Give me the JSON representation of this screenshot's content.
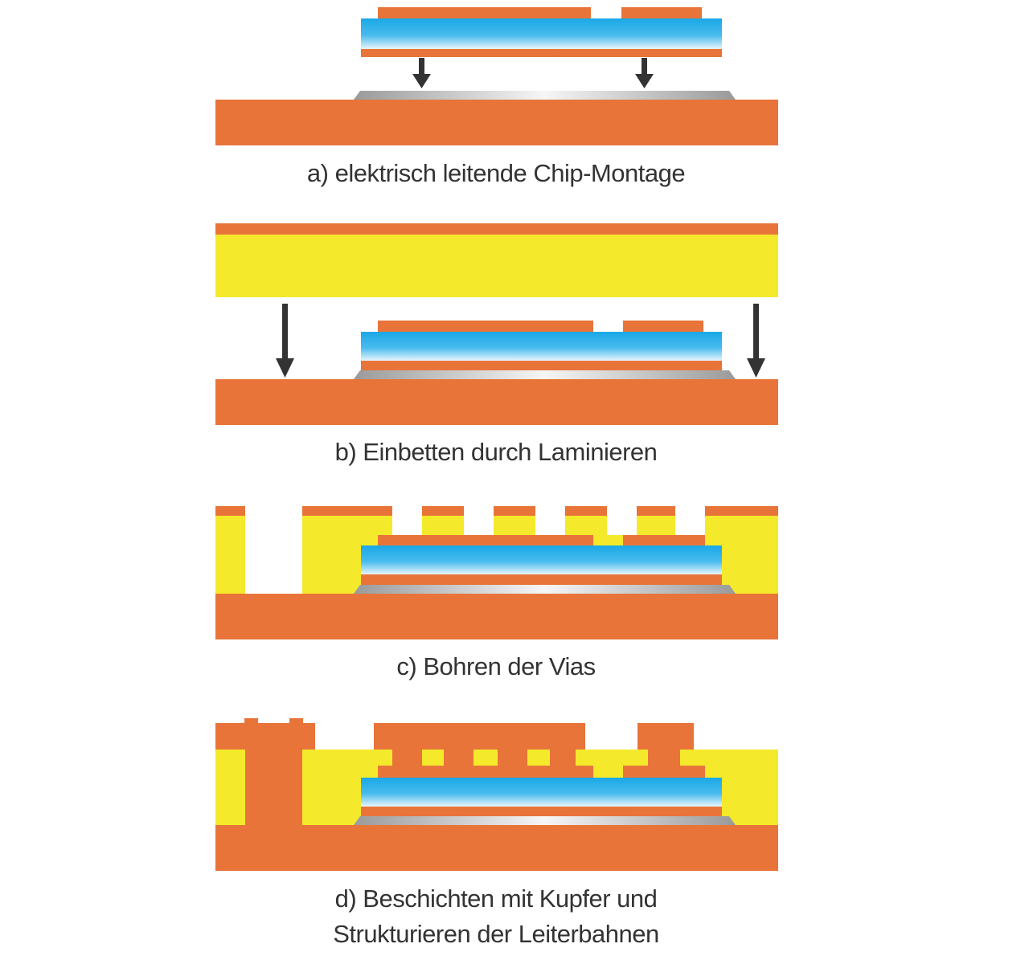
{
  "colors": {
    "copper": "#e8743a",
    "laminate": "#f5e92c",
    "chip_top": "#1aa8e6",
    "chip_bottom": "#e8f6fc",
    "adhesive": "#a9a9a9",
    "adhesive_highlight": "#f4f4f4",
    "arrow": "#333333",
    "caption_text": "#333333"
  },
  "steps": [
    {
      "id": "a",
      "caption_lines": [
        "a) elektrisch leitende Chip-Montage"
      ]
    },
    {
      "id": "b",
      "caption_lines": [
        "b) Einbetten durch Laminieren"
      ]
    },
    {
      "id": "c",
      "caption_lines": [
        "c) Bohren der Vias"
      ]
    },
    {
      "id": "d",
      "caption_lines": [
        "d) Beschichten mit Kupfer und",
        "Strukturieren der Leiterbahnen"
      ]
    }
  ]
}
